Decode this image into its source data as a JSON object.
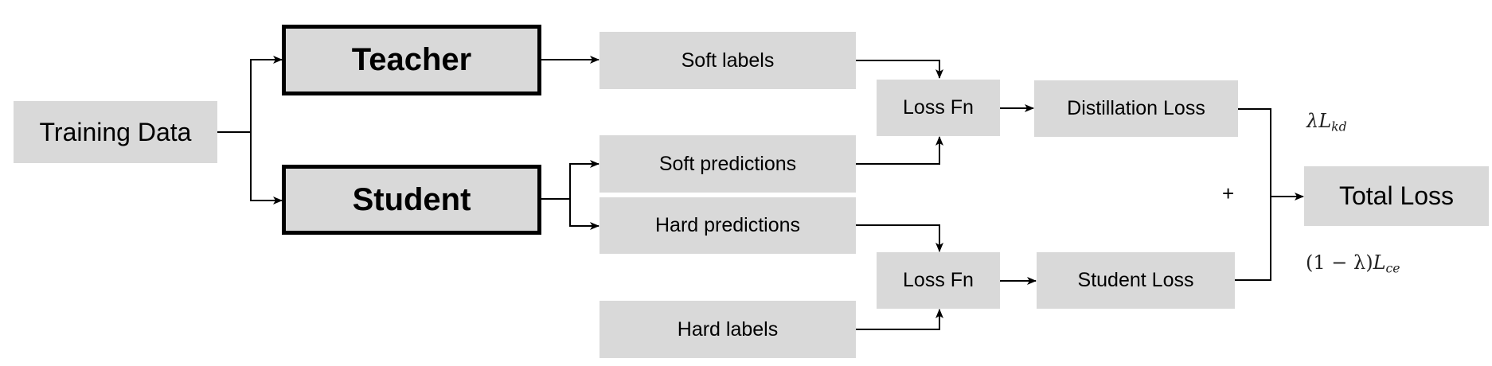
{
  "nodes": {
    "training_data": "Training Data",
    "teacher": "Teacher",
    "student": "Student",
    "soft_labels": "Soft labels",
    "soft_predictions": "Soft predictions",
    "hard_predictions": "Hard predictions",
    "hard_labels": "Hard labels",
    "loss_fn_top": "Loss Fn",
    "loss_fn_bottom": "Loss Fn",
    "distillation_loss": "Distillation Loss",
    "student_loss": "Student Loss",
    "total_loss": "Total Loss"
  },
  "weights": {
    "kd_lambda": "λ",
    "kd_L": "L",
    "kd_sub": "kd",
    "ce_prefix": "(1 − λ)",
    "ce_L": "L",
    "ce_sub": "ce"
  },
  "plus": "+"
}
